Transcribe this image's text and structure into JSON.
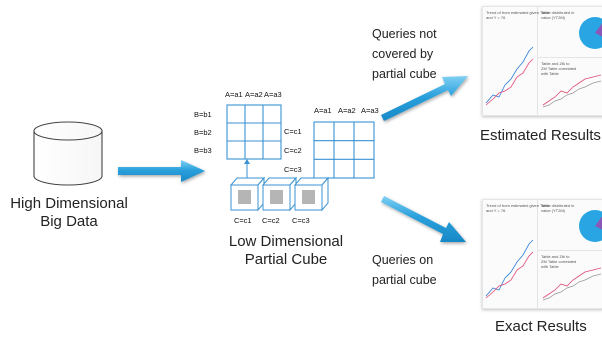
{
  "source": {
    "line1": "High Dimensional",
    "line2": "Big Data"
  },
  "cube": {
    "line1": "Low Dimensional",
    "line2": "Partial Cube"
  },
  "grid1": {
    "cols": [
      "A=a1",
      "A=a2",
      "A=a3"
    ],
    "rows": [
      "B=b1",
      "B=b2",
      "B=b3"
    ],
    "right": [
      "C=c1",
      "C=c2",
      "C=c3"
    ]
  },
  "grid2": {
    "cols": [
      "A=a1",
      "A=a2",
      "A=a3"
    ]
  },
  "slices": [
    "C=c1",
    "C=c2",
    "C=c3"
  ],
  "branch_top": {
    "line1": "Queries not",
    "line2": "covered by",
    "line3": "partial cube",
    "result": "Estimated Results"
  },
  "branch_bottom": {
    "line1": "Queries on",
    "line2": "partial cube",
    "result": "Exact Results"
  },
  "dashboard": {
    "panel1_title": "Trend of from estimated given Table",
    "panel1_sub": "and Y = 76",
    "panel2_title": "Table distributed in",
    "panel2_sub": "value (YT2M)",
    "panel3_title": "Table and Ztk to",
    "panel3_sub": "ZM Table correlated",
    "panel3_sub2": "with Table"
  },
  "colors": {
    "arrow": "#2aa0dc",
    "grid": "#3a93d4",
    "slice_fill": "#b5b5b5",
    "pie_main": "#2aa5e4",
    "pie_slice": "#8b57b8"
  }
}
